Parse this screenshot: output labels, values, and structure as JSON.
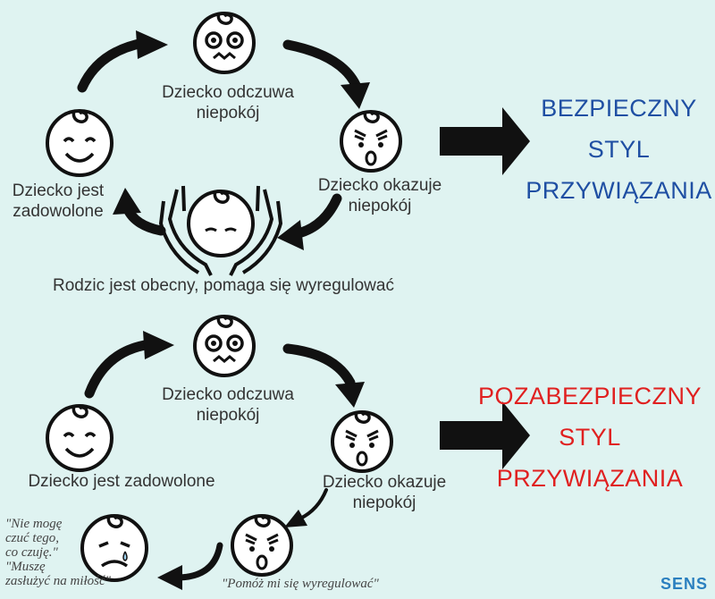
{
  "colors": {
    "background": "#dff3f1",
    "secure": "#1f4fa3",
    "insecure": "#e02020",
    "ink": "#111111"
  },
  "top_cycle": {
    "feels_line1": "Dziecko odczuwa",
    "feels_line2": "niepokój",
    "shows_line1": "Dziecko okazuje",
    "shows_line2": "niepokój",
    "content_line1": "Dziecko jest",
    "content_line2": "zadowolone",
    "parent": "Rodzic jest obecny, pomaga się wyregulować"
  },
  "top_result": {
    "line1": "BEZPIECZNY",
    "line2": "STYL",
    "line3": "PRZYWIĄZANIA"
  },
  "bottom_cycle": {
    "feels_line1": "Dziecko odczuwa",
    "feels_line2": "niepokój",
    "shows_line1": "Dziecko okazuje",
    "shows_line2": "niepokój",
    "content": "Dziecko jest zadowolone",
    "plea": "\"Pomóż mi się wyregulować\"",
    "thought_1": "\"Nie mogę",
    "thought_2": "czuć tego,",
    "thought_3": "co czuję.\"",
    "thought_4": "\"Muszę",
    "thought_5": "zasłużyć na miłość\""
  },
  "bottom_result": {
    "line1": "POZABEZPIECZNY",
    "line2": "STYL",
    "line3": "PRZYWIĄZANIA"
  },
  "icons": [
    "worried-baby-icon",
    "angry-baby-icon",
    "happy-baby-icon",
    "caring-hands-icon",
    "sad-baby-icon",
    "right-arrow-icon",
    "curved-arrow-icon"
  ],
  "logo": "SENS"
}
